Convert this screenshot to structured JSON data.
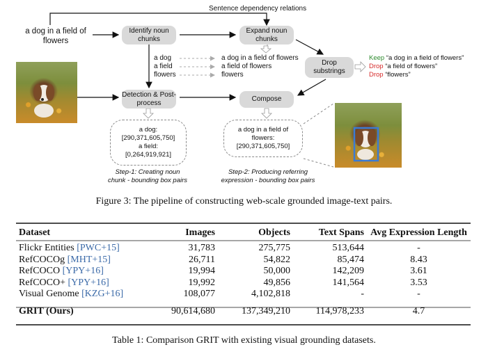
{
  "figure": {
    "top_label": "Sentence dependency relations",
    "input_text": "a dog in a field of flowers",
    "nodes": {
      "identify": "Identify noun chunks",
      "expand": "Expand noun chunks",
      "drop": "Drop substrings",
      "detect": "Detection & Post-process",
      "compose": "Compose"
    },
    "chunks": [
      "a dog",
      "a field",
      "flowers"
    ],
    "expanded": [
      "a dog in a field of flowers",
      "a field of flowers",
      "flowers"
    ],
    "results": [
      {
        "action": "Keep",
        "text": "“a dog in a field of flowers”",
        "color": "#2e8b2e"
      },
      {
        "action": "Drop",
        "text": "“a field of flowers”",
        "color": "#d62b2b"
      },
      {
        "action": "Drop",
        "text": "“flowers”",
        "color": "#d62b2b"
      }
    ],
    "box1_lines": [
      "a dog:",
      "[290,371,605,750]",
      "a field:",
      "[0,264,919,921]"
    ],
    "box2_lines": [
      "a dog in a field of",
      "flowers:",
      "[290,371,605,750]"
    ],
    "step1": [
      "Step-1: Creating noun",
      "chunk - bounding box pairs"
    ],
    "step2": [
      "Step-2: Producing referring",
      "expression - bounding box pairs"
    ],
    "caption": "Figure 3: The pipeline of constructing web-scale grounded image-text pairs."
  },
  "table": {
    "headers": [
      "Dataset",
      "Images",
      "Objects",
      "Text Spans",
      "Avg Expression Length"
    ],
    "rows": [
      {
        "name": "Flickr Entities ",
        "cite": "[PWC+15]",
        "images": "31,783",
        "objects": "275,775",
        "spans": "513,644",
        "avg": "-"
      },
      {
        "name": "RefCOCOg ",
        "cite": "[MHT+15]",
        "images": "26,711",
        "objects": "54,822",
        "spans": "85,474",
        "avg": "8.43"
      },
      {
        "name": "RefCOCO ",
        "cite": "[YPY+16]",
        "images": "19,994",
        "objects": "50,000",
        "spans": "142,209",
        "avg": "3.61"
      },
      {
        "name": "RefCOCO+ ",
        "cite": "[YPY+16]",
        "images": "19,992",
        "objects": "49,856",
        "spans": "141,564",
        "avg": "3.53"
      },
      {
        "name": "Visual Genome ",
        "cite": "[KZG+16]",
        "images": "108,077",
        "objects": "4,102,818",
        "spans": "-",
        "avg": "-"
      }
    ],
    "final": {
      "name": "GRIT (Ours)",
      "images": "90,614,680",
      "objects": "137,349,210",
      "spans": "114,978,233",
      "avg": "4.7"
    },
    "caption": "Table 1: Comparison GRIT with existing visual grounding datasets."
  }
}
